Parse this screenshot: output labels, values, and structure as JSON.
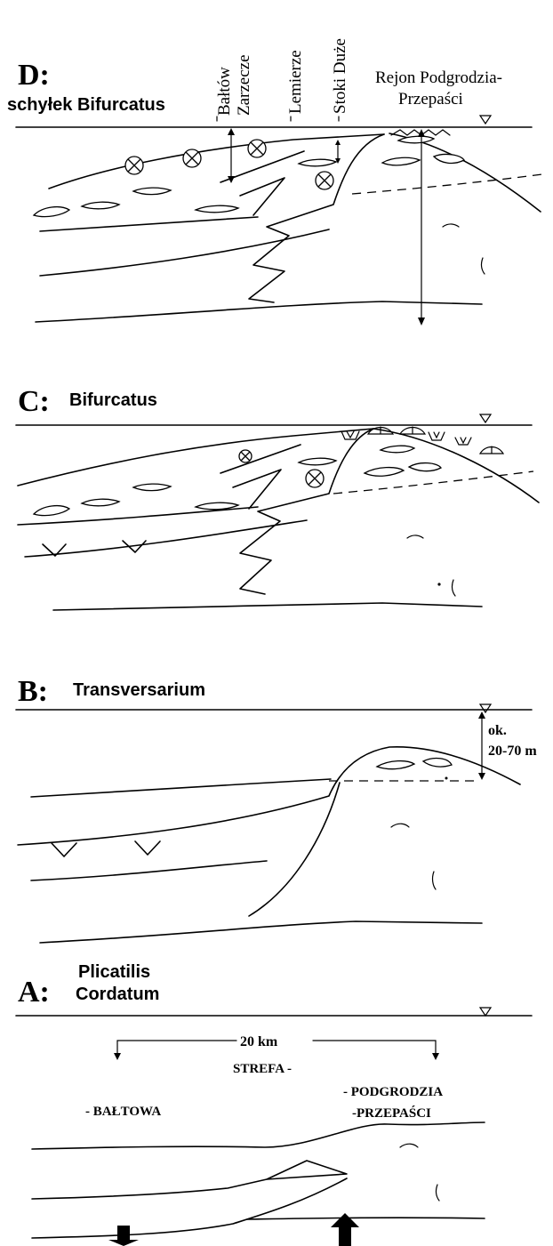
{
  "panel_d": {
    "letter": "D:",
    "stage": "schyłek Bifurcatus",
    "locality_baltow": "Bałtów",
    "locality_zarzecze": "Zarzecze",
    "locality_lemierze": "Lemierze",
    "locality_stoki": "Stoki Duże",
    "rejon_line1": "Rejon Podgrodzia-",
    "rejon_line2": "Przepaści"
  },
  "panel_c": {
    "letter": "C:",
    "stage": "Bifurcatus"
  },
  "panel_b": {
    "letter": "B:",
    "stage": "Transversarium",
    "depth_line1": "ok.",
    "depth_line2": "20-70 m"
  },
  "panel_a": {
    "letter": "A:",
    "stage_line1": "Plicatilis",
    "stage_line2": "Cordatum",
    "distance": "20 km",
    "zone_label": "STREFA -",
    "left_zone": "- BAŁTOWA",
    "right_zone_line1": "- PODGRODZIA",
    "right_zone_line2": "-PRZEPAŚCI"
  }
}
